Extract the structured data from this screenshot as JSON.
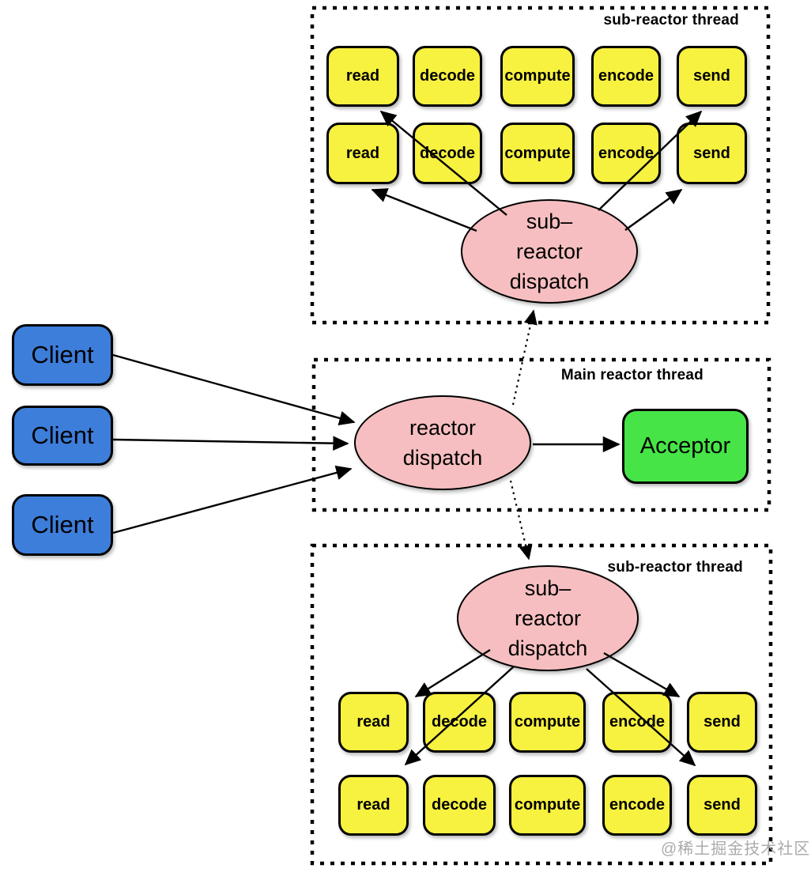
{
  "diagram_type": "reactor-pattern-architecture",
  "colors": {
    "client_blue": "#3D7EDB",
    "stage_yellow": "#F7F13F",
    "dispatcher_pink": "#F6BEC0",
    "acceptor_green": "#47E447",
    "line_black": "#000000",
    "watermark_gray": "#ABABAB"
  },
  "clients": [
    {
      "label": "Client"
    },
    {
      "label": "Client"
    },
    {
      "label": "Client"
    }
  ],
  "top_section": {
    "title": "sub-reactor thread",
    "dispatcher_lines": [
      "sub–",
      "reactor",
      "dispatch"
    ],
    "row1": [
      "read",
      "decode",
      "compute",
      "encode",
      "send"
    ],
    "row2": [
      "read",
      "decode",
      "compute",
      "encode",
      "send"
    ]
  },
  "main_section": {
    "title": "Main reactor thread",
    "dispatcher_lines": [
      "reactor",
      "dispatch"
    ],
    "acceptor_label": "Acceptor"
  },
  "bottom_section": {
    "title": "sub-reactor thread",
    "dispatcher_lines": [
      "sub–",
      "reactor",
      "dispatch"
    ],
    "row1": [
      "read",
      "decode",
      "compute",
      "encode",
      "send"
    ],
    "row2": [
      "read",
      "decode",
      "compute",
      "encode",
      "send"
    ]
  },
  "watermark": "@稀土掘金技术社区"
}
